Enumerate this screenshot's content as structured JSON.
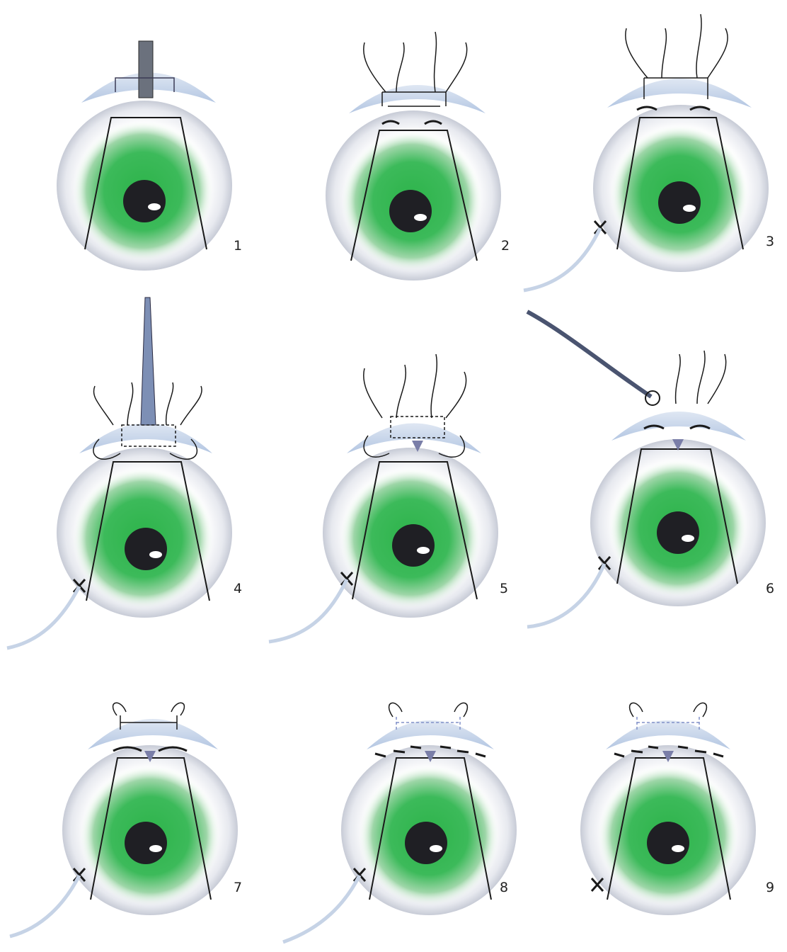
{
  "panels": [
    {
      "label": "1"
    },
    {
      "label": "2"
    },
    {
      "label": "3"
    },
    {
      "label": "4"
    },
    {
      "label": "5"
    },
    {
      "label": "6"
    },
    {
      "label": "7"
    },
    {
      "label": "8"
    },
    {
      "label": "9"
    }
  ],
  "colors": {
    "iris": "#2db34a",
    "pupil": "#1f1f24",
    "sclera_shadow": "#c7cbd6",
    "conjunctiva_flap": "#b9cbe4",
    "line": "#1a1a1a",
    "marker": "#7a7ea8",
    "cannula": "#c6d3e6"
  }
}
